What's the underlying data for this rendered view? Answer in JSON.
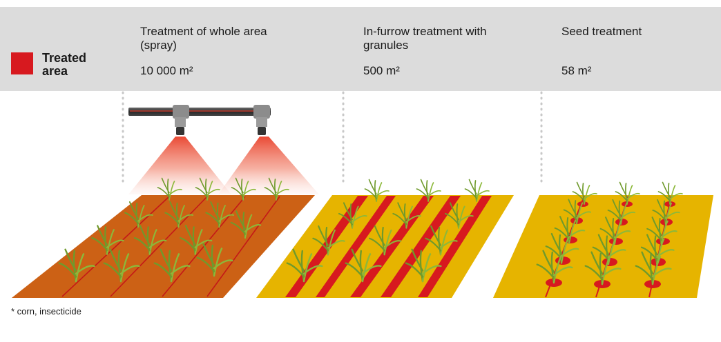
{
  "legend": {
    "label": "Treated area",
    "color": "#d7191f"
  },
  "columns": [
    {
      "title": "Treatment of whole area (spray)",
      "area": "10 000 m²"
    },
    {
      "title": "In-furrow treatment with granules",
      "area": "500 m²"
    },
    {
      "title": "Seed treatment",
      "area": "58 m²"
    }
  ],
  "footnote": "* corn, insecticide",
  "colors": {
    "header_bg": "#dcdcdc",
    "treated_red": "#d7191f",
    "soil_orange": "#cc6115",
    "field_yellow": "#e6b400",
    "plant_green": "#7aa632"
  }
}
